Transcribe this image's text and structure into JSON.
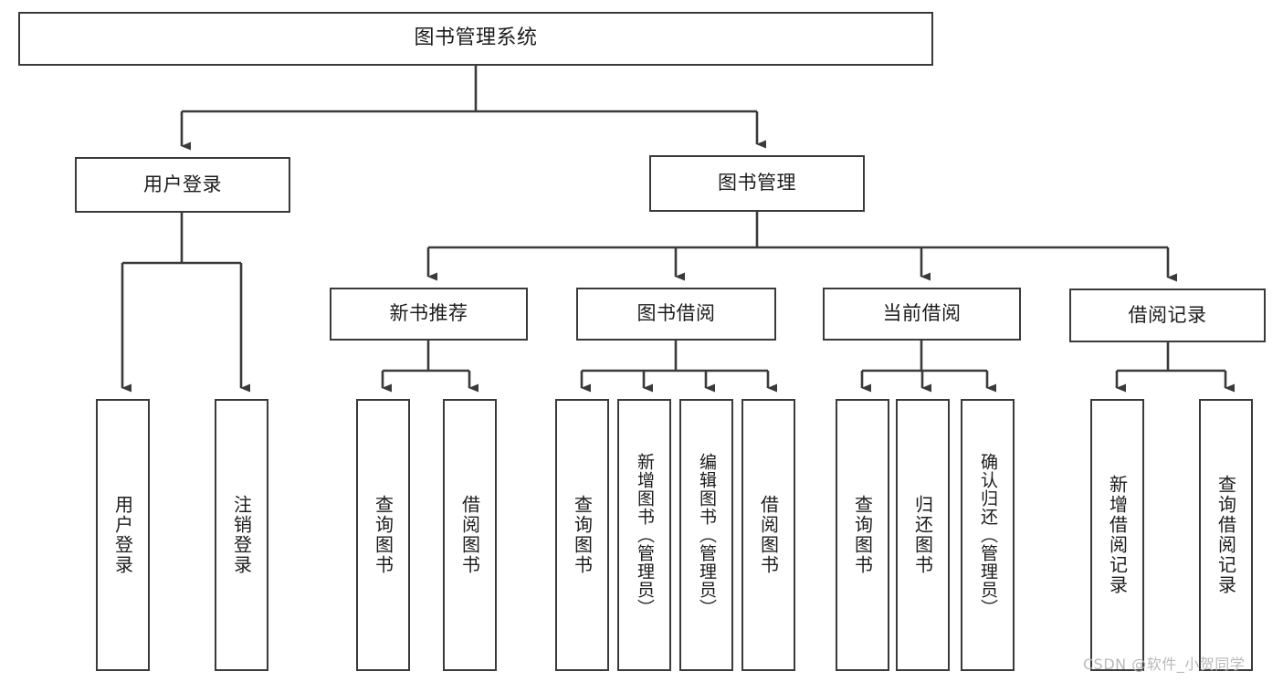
{
  "diagram": {
    "title": "图书管理系统",
    "type": "tree-hierarchy",
    "orientation": "top-down",
    "levels": 4,
    "nodes": {
      "root": {
        "label": "图书管理系统"
      },
      "level2": [
        {
          "id": "user-login",
          "label": "用户登录"
        },
        {
          "id": "book-management",
          "label": "图书管理"
        }
      ],
      "level3": [
        {
          "id": "new-book-recommend",
          "label": "新书推荐",
          "parent": "book-management"
        },
        {
          "id": "book-borrow",
          "label": "图书借阅",
          "parent": "book-management"
        },
        {
          "id": "current-borrow",
          "label": "当前借阅",
          "parent": "book-management"
        },
        {
          "id": "borrow-record",
          "label": "借阅记录",
          "parent": "book-management"
        }
      ],
      "leaves": [
        {
          "id": "leaf-user-login",
          "label": "用户登录",
          "parent": "user-login"
        },
        {
          "id": "leaf-logout-login",
          "label": "注销登录",
          "parent": "user-login"
        },
        {
          "id": "leaf-query-book-1",
          "label": "查询图书",
          "parent": "new-book-recommend"
        },
        {
          "id": "leaf-borrow-book-1",
          "label": "借阅图书",
          "parent": "new-book-recommend"
        },
        {
          "id": "leaf-query-book-2",
          "label": "查询图书",
          "parent": "book-borrow"
        },
        {
          "id": "leaf-add-book",
          "label": "新增图书（管理员）",
          "parent": "book-borrow"
        },
        {
          "id": "leaf-edit-book",
          "label": "编辑图书（管理员）",
          "parent": "book-borrow"
        },
        {
          "id": "leaf-borrow-book-2",
          "label": "借阅图书",
          "parent": "book-borrow"
        },
        {
          "id": "leaf-query-book-3",
          "label": "查询图书",
          "parent": "current-borrow"
        },
        {
          "id": "leaf-return-book",
          "label": "归还图书",
          "parent": "current-borrow"
        },
        {
          "id": "leaf-confirm-return",
          "label": "确认归还（管理员）",
          "parent": "current-borrow"
        },
        {
          "id": "leaf-add-borrow-record",
          "label": "新增借阅记录",
          "parent": "borrow-record"
        },
        {
          "id": "leaf-query-borrow-record",
          "label": "查询借阅记录",
          "parent": "borrow-record"
        }
      ]
    },
    "watermark": "CSDN @软件_小贺同学",
    "colors": {
      "border": "#3a3a3a",
      "background": "#ffffff",
      "text": "#1c1c1c",
      "edge": "#3a3a3a",
      "watermark": "#b9b9b9"
    }
  }
}
